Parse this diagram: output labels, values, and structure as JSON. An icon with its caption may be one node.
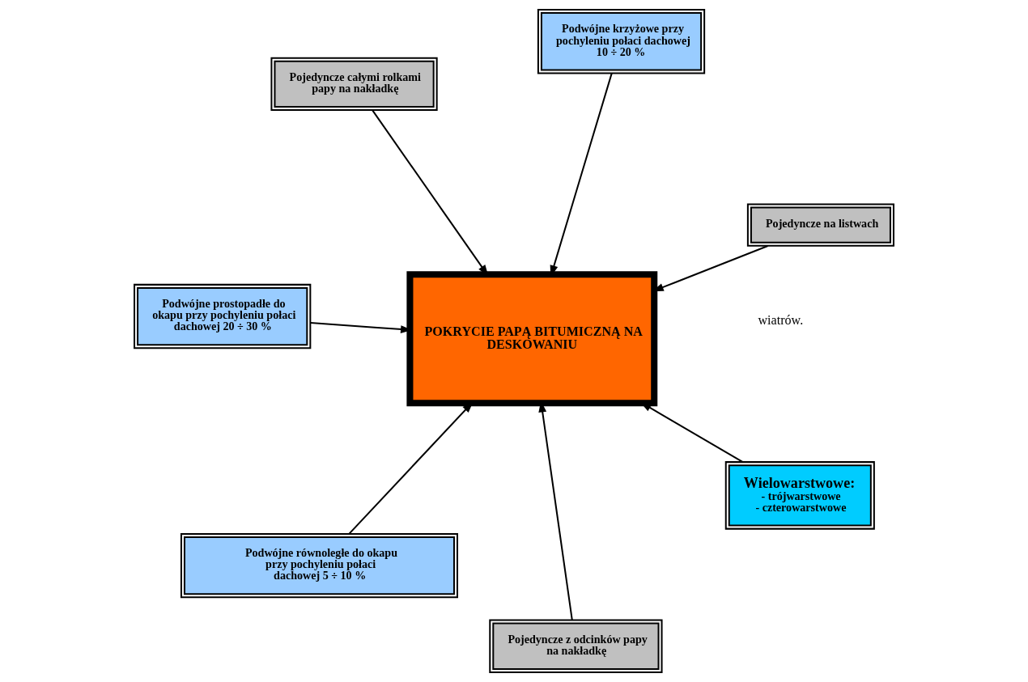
{
  "diagram": {
    "nodes": [
      {
        "text": [
          "Pojedyncze całymi rolkami papy na nakładkę"
        ]
      },
      {
        "text": [
          "Pojedyncze na listwach"
        ]
      },
      {
        "text": [
          "Pojedyncze z odcinków papy na nakładkę"
        ]
      },
      {
        "text": [
          "POKRYCIE PAPĄ BITUMICZNĄ NA DESKOWANIU"
        ]
      },
      {
        "text": [
          "Podwójne krzyżowe przy pochyleniu połaci dachowej 10 ÷ 20 %"
        ]
      },
      {
        "text": [
          "Podwójne prostopadłe do okapu przy pochyleniu połaci dachowej 20 ÷ 30 %"
        ]
      },
      {
        "text": [
          "Podwójne równoległe do okapu przy pochyleniu połaci dachowej 5 ÷ 10 %"
        ]
      },
      {
        "text": [
          "Wielowarstwowe:",
          "- trójwarstwowe",
          "- czterowarstwowe"
        ]
      }
    ],
    "edges": [
      {
        "from": 0,
        "to": 3,
        "arrow": "to"
      },
      {
        "from": 1,
        "to": 3,
        "arrow": "to"
      },
      {
        "from": 2,
        "to": 3,
        "arrow": "to"
      },
      {
        "from": 4,
        "to": 3,
        "arrow": "to"
      },
      {
        "from": 5,
        "to": 3,
        "arrow": "to"
      },
      {
        "from": 6,
        "to": 3,
        "arrow": "to"
      },
      {
        "from": 7,
        "to": 3,
        "arrow": "to"
      }
    ],
    "labels": [
      "wiatrów."
    ]
  }
}
